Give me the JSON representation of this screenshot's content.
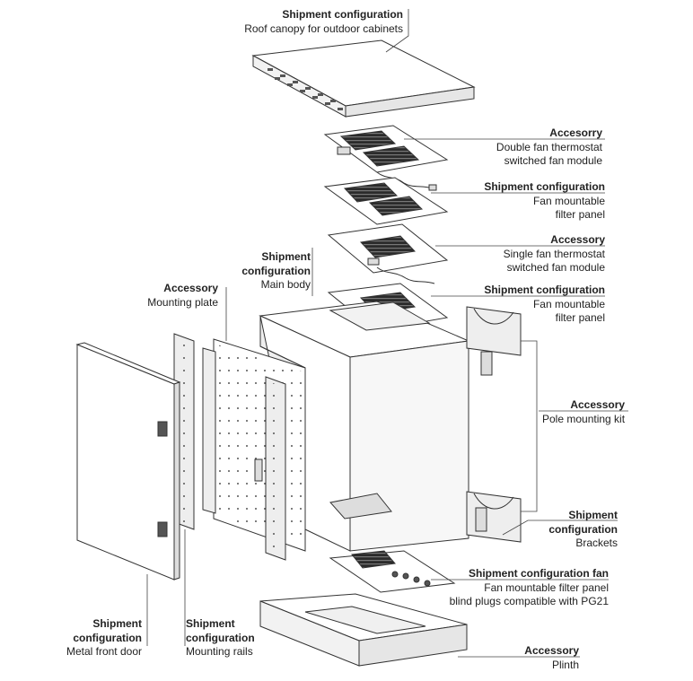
{
  "labels": {
    "roof_canopy": {
      "heading": "Shipment configuration",
      "lines": [
        "Roof canopy for outdoor cabinets"
      ]
    },
    "double_fan": {
      "heading": "Accesorry",
      "lines": [
        "Double fan thermostat",
        "switched fan module"
      ]
    },
    "fan_filter_top": {
      "heading": "Shipment configuration",
      "lines": [
        "Fan mountable",
        "filter panel"
      ]
    },
    "single_fan": {
      "heading": "Accessory",
      "lines": [
        "Single fan thermostat",
        "switched fan module"
      ]
    },
    "main_body": {
      "heading_lines": [
        "Shipment",
        "configuration"
      ],
      "lines": [
        "Main body"
      ]
    },
    "fan_filter_mid": {
      "heading": "Shipment configuration",
      "lines": [
        "Fan mountable",
        "filter panel"
      ]
    },
    "mounting_plate": {
      "heading": "Accessory",
      "lines": [
        "Mounting plate"
      ]
    },
    "pole_kit": {
      "heading": "Accessory",
      "lines": [
        "Pole mounting kit"
      ]
    },
    "brackets": {
      "heading_lines": [
        "Shipment",
        "configuration"
      ],
      "lines": [
        "Brackets"
      ]
    },
    "fan_bottom": {
      "heading": "Shipment configuration fan",
      "lines": [
        "Fan mountable filter panel",
        "blind plugs compatible with PG21"
      ]
    },
    "front_door": {
      "heading_lines": [
        "Shipment",
        "configuration"
      ],
      "lines": [
        "Metal front door"
      ]
    },
    "mounting_rails": {
      "heading_lines": [
        "Shipment",
        "configuration"
      ],
      "lines": [
        "Mounting rails"
      ]
    },
    "plinth": {
      "heading": "Accessory",
      "lines": [
        "Plinth"
      ]
    }
  },
  "colors": {
    "stroke": "#333333",
    "fill": "#ffffff",
    "shade": "#e6e6e6",
    "dark": "#2b2b2b"
  }
}
